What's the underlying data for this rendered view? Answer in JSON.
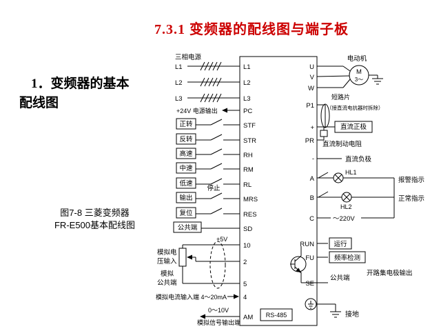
{
  "slide": {
    "title": "7.3.1  变频器的配线图与端子板",
    "heading": {
      "line1": "1．变频器的基本",
      "line2": "配线图"
    },
    "caption": {
      "line1": "图7-8  三菱变频器",
      "line2": "FR-E500基本配线图"
    }
  },
  "diagram": {
    "power": {
      "title": "三相电源",
      "phases": [
        "L1",
        "L2",
        "L3"
      ],
      "v24": "+24V 电源输出"
    },
    "inputs": {
      "forward": "正转",
      "reverse": "反转",
      "high": "高速",
      "mid": "中速",
      "low": "低速",
      "output": "输出",
      "stop": "停止",
      "reset": "复位",
      "common": "公共端"
    },
    "analog": {
      "v5": "+5V",
      "voltage_in_1": "模拟电",
      "voltage_in_2": "压输入",
      "common_1": "模拟",
      "common_2": "公共端",
      "current_in": "模拟电流输入端 4～20mA",
      "v10": "0～10V",
      "signal_out": "模拟信号输出端"
    },
    "terminals_left": [
      "L1",
      "L2",
      "L3",
      "PC",
      "STF",
      "STR",
      "RH",
      "RM",
      "RL",
      "MRS",
      "RES",
      "SD",
      "10",
      "2",
      "5",
      "4",
      "AM"
    ],
    "terminals_right": [
      "U",
      "V",
      "W",
      "P1",
      "+",
      "PR",
      "-",
      "A",
      "B",
      "C",
      "RUN",
      "FU",
      "SE"
    ],
    "outputs": {
      "motor_label": "电动机",
      "motor": "M",
      "motor_phases": "3～",
      "short_piece": "短路片",
      "short_note": "（接直流电抗器时拆除）",
      "dc_pos": "直流正极",
      "brake": "直流制动电阻",
      "dc_neg": "直流负极",
      "hl1": "HL1",
      "hl2": "HL2",
      "alarm": "报警指示",
      "normal": "正常指示",
      "ac": "～220V",
      "run": "运行",
      "freq": "频率检测",
      "common": "公共端",
      "open_collector": "开路集电极输出",
      "ground": "接地",
      "rs485": "RS-485"
    }
  }
}
